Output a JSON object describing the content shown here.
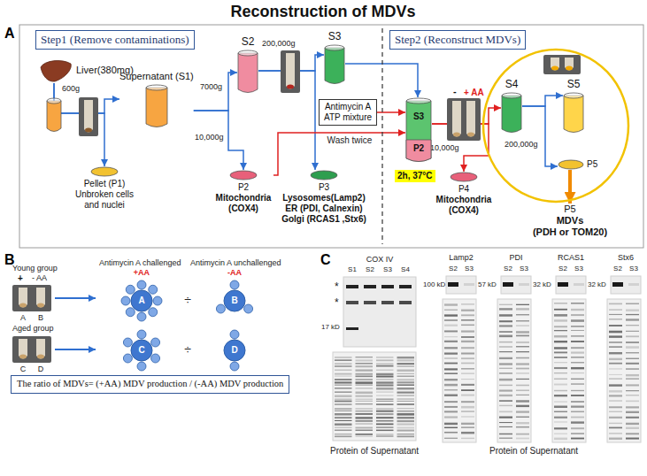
{
  "diagram": {
    "title": "Reconstruction of MDVs",
    "nodes": [
      {
        "text": [
          "Step1 (Remove contaminations)"
        ]
      },
      {
        "text": [
          "Step2 (Reconstruct MDVs)"
        ]
      },
      {
        "text": [
          "Liver(380mg)"
        ]
      },
      {
        "text": [
          "Supernatant (S1)"
        ]
      },
      {
        "text": [
          "Pellet (P1)",
          "Unbroken cells and nuclei"
        ]
      },
      {
        "text": [
          "S2"
        ]
      },
      {
        "text": [
          "P2",
          "Mitochondria (COX4)"
        ]
      },
      {
        "text": [
          "S3"
        ]
      },
      {
        "text": [
          "P3",
          "Lysosomes(Lamp2)",
          "ER (PDI, Calnexin)",
          "Golgi (RCAS1 ,Stx6)"
        ]
      },
      {
        "text": [
          "Antimycin A ATP mixture"
        ]
      },
      {
        "text": [
          "S3",
          "P2"
        ]
      },
      {
        "text": [
          "2h, 37°C"
        ]
      },
      {
        "text": [
          "S4"
        ]
      },
      {
        "text": [
          "P4",
          "Mitochondria (COX4)"
        ]
      },
      {
        "text": [
          "S5"
        ]
      },
      {
        "text": [
          "P5"
        ]
      },
      {
        "text": [
          "P5",
          "MDVs",
          "(PDH or TOM20)"
        ]
      },
      {
        "text": [
          "The ratio of MDVs= (+AA) MDV production / (-AA) MDV production"
        ]
      }
    ],
    "edges": [
      {
        "from": 2,
        "to": 3,
        "arrow": "to"
      },
      {
        "from": 2,
        "to": 4,
        "arrow": "to"
      },
      {
        "from": 3,
        "to": 5,
        "arrow": "to"
      },
      {
        "from": 3,
        "to": 6,
        "arrow": "to"
      },
      {
        "from": 5,
        "to": 7,
        "arrow": "to"
      },
      {
        "from": 5,
        "to": 8,
        "arrow": "to"
      },
      {
        "from": 6,
        "to": 10,
        "label": "Wash twice",
        "arrow": "to"
      },
      {
        "from": 7,
        "to": 10,
        "arrow": "to"
      },
      {
        "from": 9,
        "to": 10,
        "arrow": "to"
      },
      {
        "from": 10,
        "to": 12,
        "arrow": "to"
      },
      {
        "from": 10,
        "to": 13,
        "arrow": "to"
      },
      {
        "from": 12,
        "to": 14,
        "arrow": "to"
      },
      {
        "from": 12,
        "to": 15,
        "arrow": "to"
      },
      {
        "from": 15,
        "to": 16,
        "arrow": "to"
      }
    ],
    "labels": [
      "A",
      "600g",
      "7000g",
      "10,000g",
      "200,000g",
      "-",
      "+ AA",
      "10,000g",
      "200,000g",
      "B",
      "Young group",
      "+",
      "- AA",
      "A",
      "B",
      "Aged group",
      "C",
      "D",
      "Antimycin A challenged",
      "+AA",
      "Antimycin A unchallenged",
      "-AA",
      "A",
      "B",
      "C",
      "D",
      "÷",
      "÷",
      "C",
      "COX IV",
      "S1",
      "S2",
      "S3",
      "S4",
      "*",
      "*",
      "17 kD",
      "Protein of Supernatant",
      "Lamp2",
      "S2",
      "S3",
      "100 kD",
      "PDI",
      "S2",
      "S3",
      "57 kD",
      "RCAS1",
      "S2",
      "S3",
      "32 kD",
      "Stx6",
      "S2",
      "S3",
      "32 kD",
      "Protein of Supernatant"
    ]
  }
}
